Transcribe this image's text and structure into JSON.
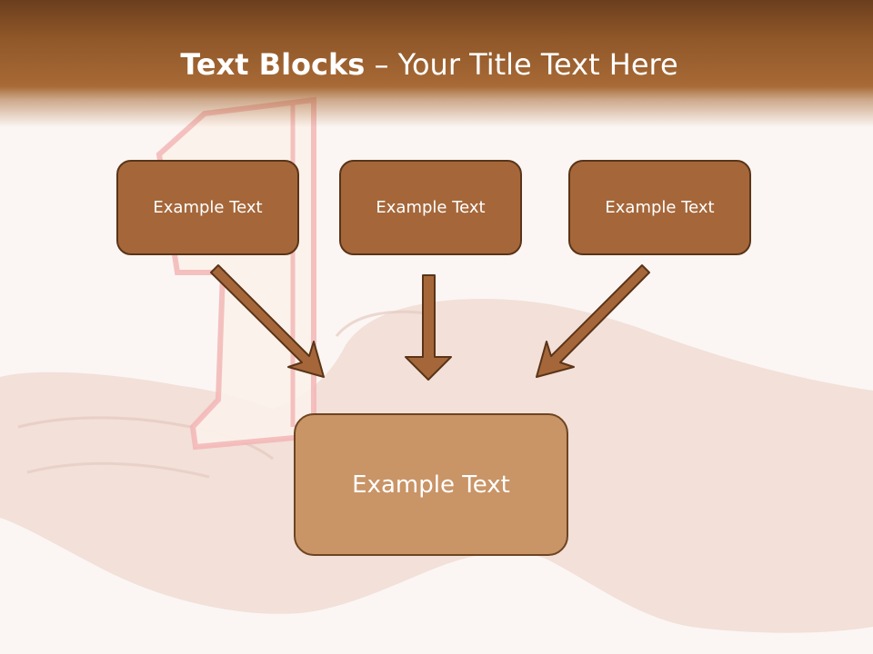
{
  "slide": {
    "title_bold": "Text Blocks",
    "title_separator": " – ",
    "title_rest": "Your Title Text Here"
  },
  "boxes": {
    "top_left": "Example Text",
    "top_center": "Example Text",
    "top_right": "Example Text",
    "main": "Example Text"
  },
  "colors": {
    "header": "#8e5628",
    "box_fill": "#a5673a",
    "box_border": "#5a3418",
    "main_box_fill": "#c99466",
    "arrow_fill": "#a5673a",
    "arrow_stroke": "#5a3418"
  }
}
